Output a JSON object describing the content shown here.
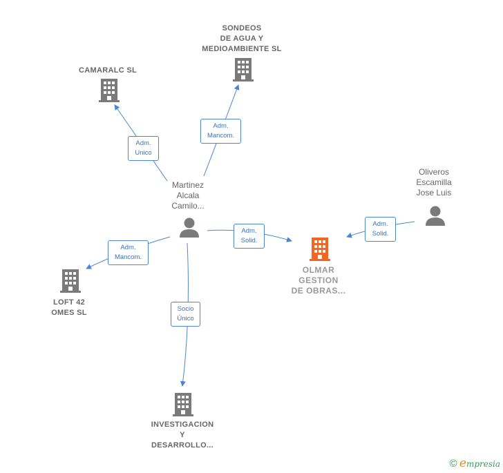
{
  "nodes": {
    "camaralc": {
      "label": [
        "CAMARALC  SL"
      ],
      "type": "company",
      "color": "#7a7a7a"
    },
    "sondeos": {
      "label": [
        "SONDEOS",
        "DE AGUA Y",
        "MEDIOAMBIENTE SL"
      ],
      "type": "company",
      "color": "#7a7a7a"
    },
    "martinez": {
      "label": [
        "Martinez",
        "Alcala",
        "Camilo..."
      ],
      "type": "person",
      "color": "#7a7a7a"
    },
    "oliveros": {
      "label": [
        "Oliveros",
        "Escamilla",
        "Jose Luis"
      ],
      "type": "person",
      "color": "#7a7a7a"
    },
    "olmar": {
      "label": [
        "OLMAR",
        "GESTION",
        "DE OBRAS..."
      ],
      "type": "company",
      "color": "#f26522"
    },
    "loft": {
      "label": [
        "LOFT 42",
        "OMES SL"
      ],
      "type": "company",
      "color": "#7a7a7a"
    },
    "investigacion": {
      "label": [
        "INVESTIGACION",
        "Y",
        "DESARROLLO..."
      ],
      "type": "company",
      "color": "#7a7a7a"
    }
  },
  "relations": {
    "r1": [
      "Adm.",
      "Unico"
    ],
    "r2": [
      "Adm.",
      "Mancom."
    ],
    "r3": [
      "Adm.",
      "Solid."
    ],
    "r4": [
      "Adm.",
      "Solid."
    ],
    "r5": [
      "Adm.",
      "Mancom."
    ],
    "r6": [
      "Socio",
      "Único"
    ]
  },
  "edge_color": "#4a86cf",
  "footer": {
    "copyright": "©",
    "brand_initial": "e",
    "brand_rest": "mpresia"
  }
}
